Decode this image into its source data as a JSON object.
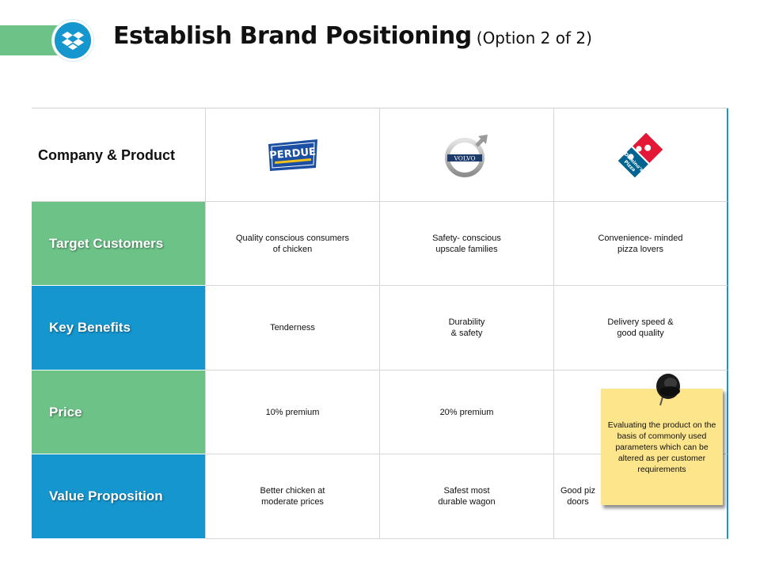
{
  "slide": {
    "title": "Establish Brand Positioning",
    "subtitle": "(Option 2 of 2)",
    "header_icon": "dropbox-icon",
    "colors": {
      "green": "#6cc287",
      "blue": "#1596cf",
      "note": "#fde58c"
    }
  },
  "table": {
    "header_label": "Company & Product",
    "logos": [
      {
        "name": "perdue-logo",
        "text": "PERDUE"
      },
      {
        "name": "volvo-logo",
        "text": "VOLVO"
      },
      {
        "name": "dominos-logo",
        "text": "Domino's Pizza"
      }
    ],
    "rows": [
      {
        "label": "Target Customers",
        "cells": [
          "Quality conscious consumers\nof chicken",
          "Safety- conscious\nupscale families",
          "Convenience- minded\npizza lovers"
        ]
      },
      {
        "label": "Key Benefits",
        "cells": [
          "Tenderness",
          "Durability\n& safety",
          "Delivery speed &\ngood quality"
        ]
      },
      {
        "label": "Price",
        "cells": [
          "10% premium",
          "20% premium",
          ""
        ]
      },
      {
        "label": "Value Proposition",
        "cells": [
          "Better chicken at\nmoderate prices",
          "Safest most\ndurable wagon",
          "Good piz\ndoors"
        ]
      }
    ]
  },
  "note": {
    "text": "Evaluating the product on the basis of commonly used parameters which can be altered as per customer requirements"
  }
}
